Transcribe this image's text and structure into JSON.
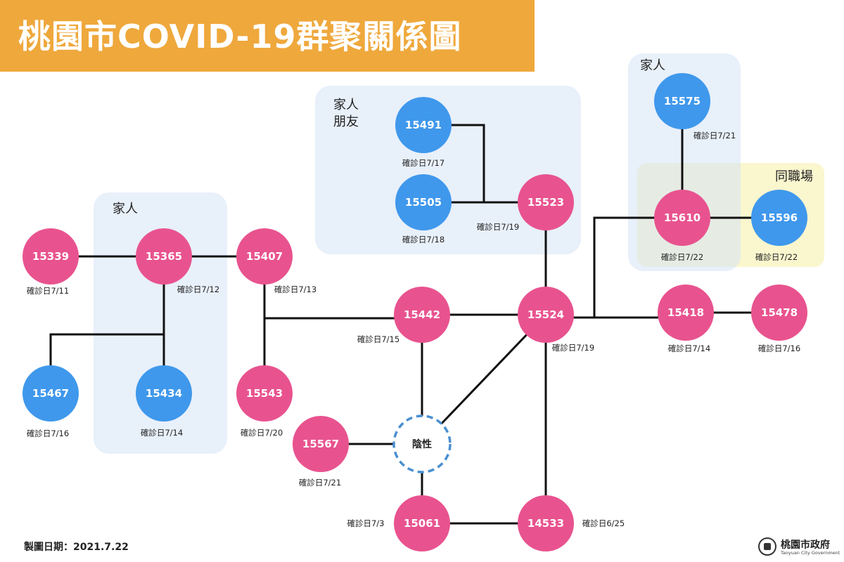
{
  "title": "桃園市COVID-19群聚關係圖",
  "groups": [
    {
      "id": "family-left",
      "label": "家人"
    },
    {
      "id": "family-friends",
      "label": "家人\n朋友"
    },
    {
      "id": "family-right",
      "label": "家人"
    },
    {
      "id": "coworkers",
      "label": "同職場"
    }
  ],
  "nodes": [
    {
      "id": "15339",
      "label": "15339",
      "color": "pink",
      "date": "確診日7/11"
    },
    {
      "id": "15365",
      "label": "15365",
      "color": "pink",
      "date": "確診日7/12"
    },
    {
      "id": "15407",
      "label": "15407",
      "color": "pink",
      "date": "確診日7/13"
    },
    {
      "id": "15467",
      "label": "15467",
      "color": "blue",
      "date": "確診日7/16"
    },
    {
      "id": "15434",
      "label": "15434",
      "color": "blue",
      "date": "確診日7/14"
    },
    {
      "id": "15543",
      "label": "15543",
      "color": "pink",
      "date": "確診日7/20"
    },
    {
      "id": "15491",
      "label": "15491",
      "color": "blue",
      "date": "確診日7/17"
    },
    {
      "id": "15505",
      "label": "15505",
      "color": "blue",
      "date": "確診日7/18"
    },
    {
      "id": "15523",
      "label": "15523",
      "color": "pink",
      "date": "確診日7/19"
    },
    {
      "id": "15442",
      "label": "15442",
      "color": "pink",
      "date": "確診日7/15"
    },
    {
      "id": "15524",
      "label": "15524",
      "color": "pink",
      "date": "確診日7/19"
    },
    {
      "id": "15575",
      "label": "15575",
      "color": "blue",
      "date": "確診日7/21"
    },
    {
      "id": "15610",
      "label": "15610",
      "color": "pink",
      "date": "確診日7/22"
    },
    {
      "id": "15596",
      "label": "15596",
      "color": "blue",
      "date": "確診日7/22"
    },
    {
      "id": "15418",
      "label": "15418",
      "color": "pink",
      "date": "確診日7/14"
    },
    {
      "id": "15478",
      "label": "15478",
      "color": "pink",
      "date": "確診日7/16"
    },
    {
      "id": "15567",
      "label": "15567",
      "color": "pink",
      "date": "確診日7/21"
    },
    {
      "id": "negative",
      "label": "陰性",
      "color": "negative",
      "date": ""
    },
    {
      "id": "15061",
      "label": "15061",
      "color": "pink",
      "date": "確診日7/3"
    },
    {
      "id": "14533",
      "label": "14533",
      "color": "pink",
      "date": "確診日6/25"
    }
  ],
  "edges": [
    [
      "15339",
      "15365"
    ],
    [
      "15365",
      "15407"
    ],
    [
      "15365",
      "15434"
    ],
    [
      "15365",
      "15467"
    ],
    [
      "15407",
      "15543"
    ],
    [
      "15407",
      "15442"
    ],
    [
      "15491",
      "15523"
    ],
    [
      "15505",
      "15523"
    ],
    [
      "15523",
      "15524"
    ],
    [
      "15442",
      "15524"
    ],
    [
      "15442",
      "negative"
    ],
    [
      "15524",
      "negative"
    ],
    [
      "15524",
      "14533"
    ],
    [
      "15524",
      "15418"
    ],
    [
      "15524",
      "15610"
    ],
    [
      "15575",
      "15610"
    ],
    [
      "15610",
      "15596"
    ],
    [
      "15418",
      "15478"
    ],
    [
      "15567",
      "negative"
    ],
    [
      "negative",
      "15061"
    ],
    [
      "15061",
      "14533"
    ]
  ],
  "colors": {
    "pink": "#E8538F",
    "blue": "#3F98EC",
    "negative_border": "#4A8FD0",
    "line": "#111111",
    "banner": "#EFA83C",
    "group_blue": "#D6E4F6",
    "group_yellow": "#FAF6CC"
  },
  "footer": {
    "made_date": "製圖日期：2021.7.22",
    "org_name": "桃園市政府",
    "org_name_en": "Taoyuan City Government"
  }
}
